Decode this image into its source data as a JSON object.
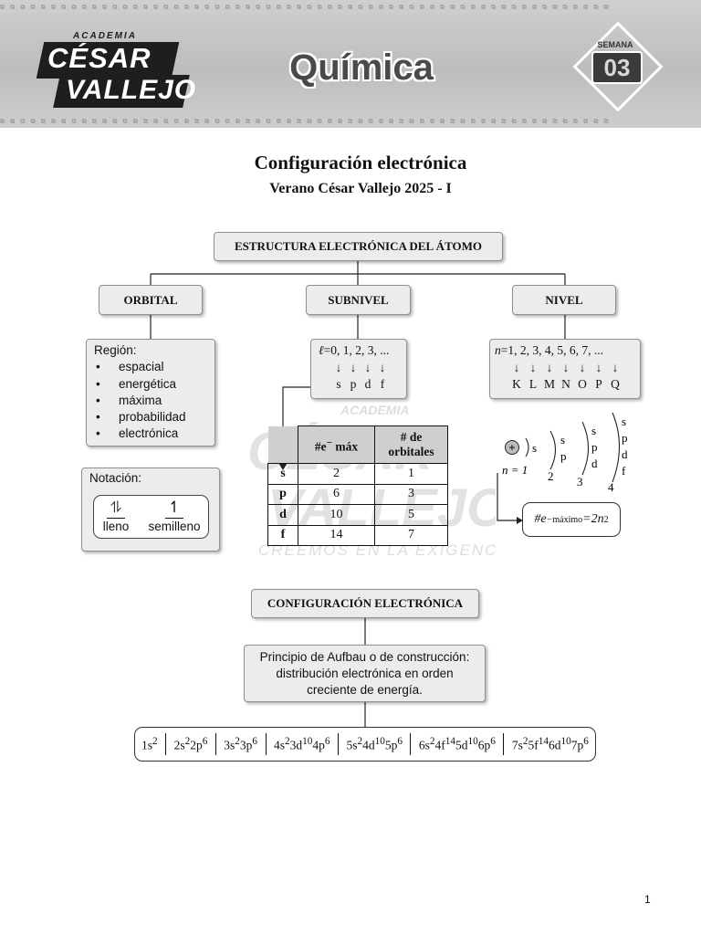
{
  "header": {
    "logo_academia": "ACADEMIA",
    "logo_line1": "CÉSAR",
    "logo_line2": "VALLEJO",
    "subject": "Química",
    "week_label": "SEMANA",
    "week_number": "03",
    "pattern_text": "⧉ ⧉ ⧉ ⧉ ⧉ ⧉ ⧉ ⧉ ⧉ ⧉ ⧉ ⧉ ⧉ ⧉ ⧉ ⧉ ⧉ ⧉ ⧉ ⧉ ⧉ ⧉ ⧉ ⧉ ⧉ ⧉ ⧉ ⧉ ⧉ ⧉ ⧉ ⧉ ⧉ ⧉ ⧉ ⧉ ⧉ ⧉ ⧉ ⧉ ⧉ ⧉ ⧉ ⧉ ⧉ ⧉ ⧉ ⧉ ⧉ ⧉ ⧉ ⧉ ⧉ ⧉ ⧉ ⧉ ⧉ ⧉ ⧉ ⧉"
  },
  "document": {
    "title": "Configuración electrónica",
    "subtitle": "Verano César Vallejo 2025 - I"
  },
  "diagram1": {
    "root": "ESTRUCTURA ELECTRÓNICA DEL ÁTOMO",
    "orbital": {
      "label": "ORBITAL",
      "region_title": "Región:",
      "region_items": [
        "espacial",
        "energética",
        "máxima",
        "probabilidad",
        "electrónica"
      ],
      "notation_title": "Notación:",
      "full_arrows": "⥮",
      "full_label": "lleno",
      "half_arrow": "↿",
      "half_label": "semilleno"
    },
    "subnivel": {
      "label": "SUBNIVEL",
      "l_symbol": "ℓ",
      "l_values": "=0, 1, 2, 3, ...",
      "arrows": [
        "↓",
        "↓",
        "↓",
        "↓"
      ],
      "letters": [
        "s",
        "p",
        "d",
        "f"
      ],
      "table_headers": [
        "#e",
        "máx",
        "# de",
        "orbitales"
      ],
      "table_header_sup": "−",
      "table_rows": [
        {
          "sub": "s",
          "emax": "2",
          "orb": "1"
        },
        {
          "sub": "p",
          "emax": "6",
          "orb": "3"
        },
        {
          "sub": "d",
          "emax": "10",
          "orb": "5"
        },
        {
          "sub": "f",
          "emax": "14",
          "orb": "7"
        }
      ]
    },
    "nivel": {
      "label": "NIVEL",
      "n_symbol": "n",
      "n_values": "=1, 2, 3, 4, 5, 6, 7, ...",
      "arrows": [
        "↓",
        "↓",
        "↓",
        "↓",
        "↓",
        "↓",
        "↓"
      ],
      "letters": [
        "K",
        "L",
        "M",
        "N",
        "O",
        "P",
        "Q"
      ],
      "nucleus": "+",
      "level1": "n = 1",
      "shells": [
        {
          "n": "2",
          "subs": [
            "s",
            "p"
          ]
        },
        {
          "n": "3",
          "subs": [
            "s",
            "p",
            "d"
          ]
        },
        {
          "n": "4",
          "subs": [
            "s",
            "p",
            "d",
            "f"
          ]
        }
      ],
      "shell1_sub": "s",
      "formula_prefix": "#e",
      "formula_sup": "−",
      "formula_sub": "máximo",
      "formula_rest": "=2n",
      "formula_exp": "2"
    }
  },
  "diagram2": {
    "title": "CONFIGURACIÓN ELECTRÓNICA",
    "aufbau": "Principio de Aufbau o de construcción: distribución electrónica en orden creciente de energía.",
    "groups": [
      [
        [
          "1s",
          "2"
        ]
      ],
      [
        [
          "2s",
          "2"
        ],
        [
          "2p",
          "6"
        ]
      ],
      [
        [
          "3s",
          "2"
        ],
        [
          "3p",
          "6"
        ]
      ],
      [
        [
          "4s",
          "2"
        ],
        [
          "3d",
          "10"
        ],
        [
          "4p",
          "6"
        ]
      ],
      [
        [
          "5s",
          "2"
        ],
        [
          "4d",
          "10"
        ],
        [
          "5p",
          "6"
        ]
      ],
      [
        [
          "6s",
          "2"
        ],
        [
          "4f",
          "14"
        ],
        [
          "5d",
          "10"
        ],
        [
          "6p",
          "6"
        ]
      ],
      [
        [
          "7s",
          "2"
        ],
        [
          "5f",
          "14"
        ],
        [
          "6d",
          "10"
        ],
        [
          "7p",
          "6"
        ]
      ]
    ]
  },
  "watermark": {
    "line1": "ACADEMIA",
    "line2": "CÉSAR",
    "line3": "VALLEJO",
    "line4": "CREEMOS EN LA EXIGENCIA"
  },
  "page_number": "1"
}
